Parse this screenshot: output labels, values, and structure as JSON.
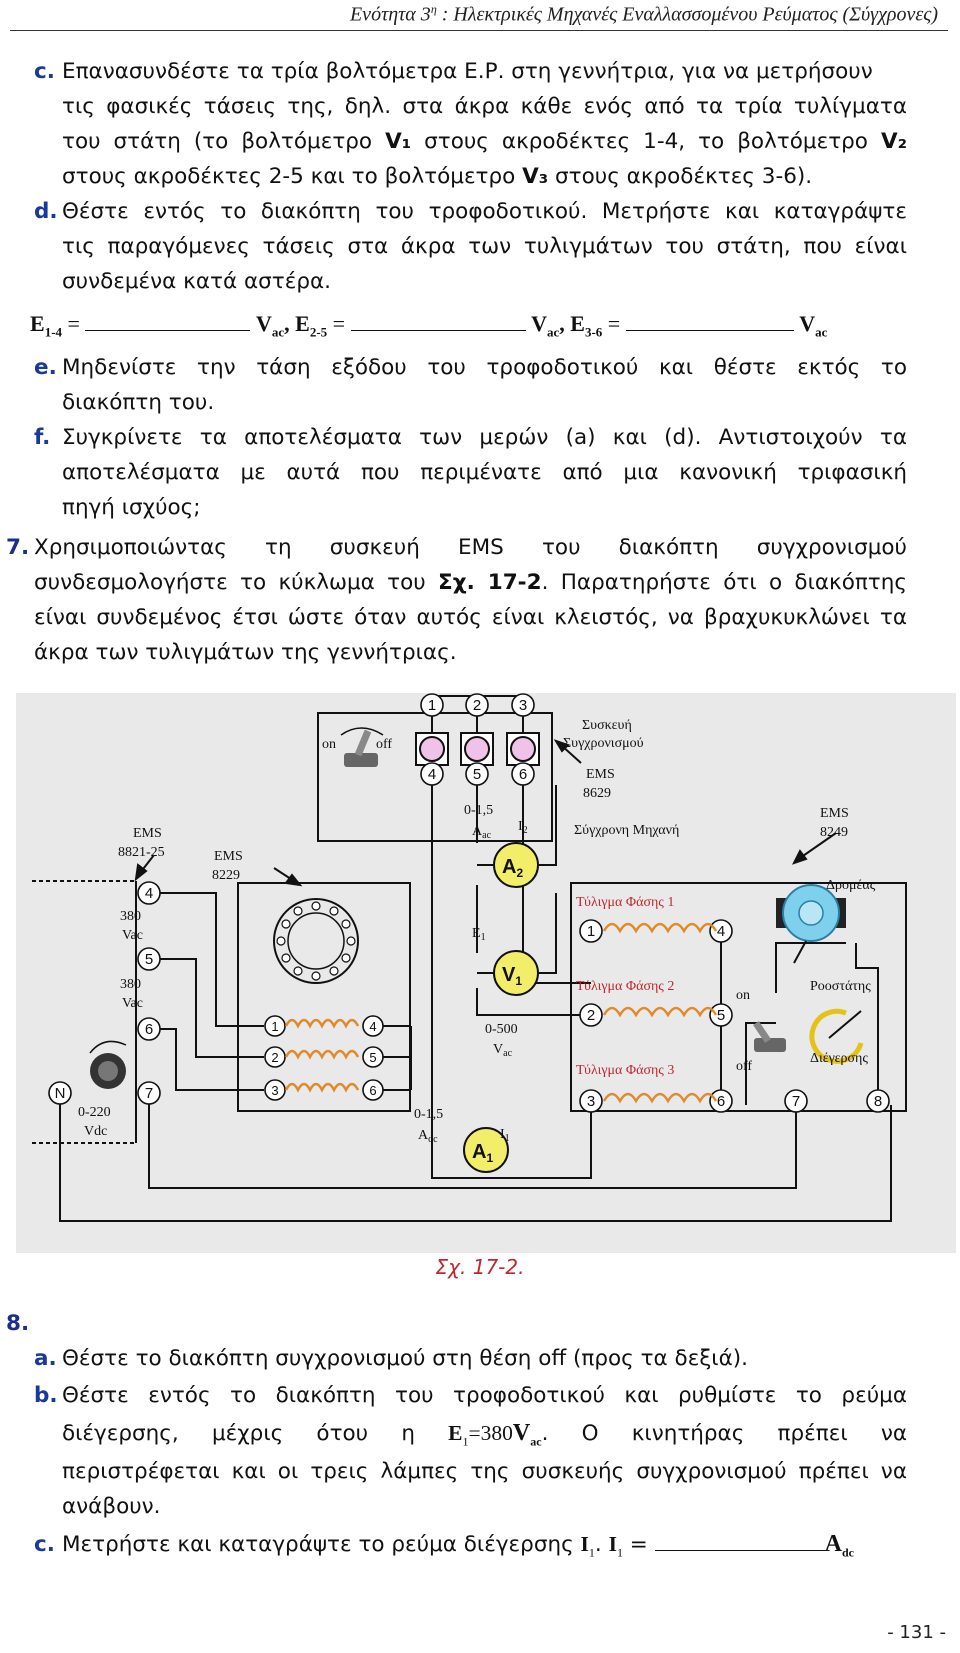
{
  "header": {
    "title_pre": "Ενότητα 3",
    "title_sup": "η",
    "title_post": " : Ηλεκτρικές Μηχανές Εναλλασσομένου Ρεύματος (Σύγχρονες)"
  },
  "items": {
    "c_marker": "c.",
    "c_l1": "Επανασυνδέστε τα τρία βολτόμετρα Ε.Ρ. στη γεννήτρια, για να μετρήσουν",
    "c_l2": "τις φασικές τάσεις της, δηλ. στα άκρα κάθε ενός από τα τρία τυλίγματα",
    "c_l3a": "του στάτη (το βολτόμετρο ",
    "c_l3b": "V₁",
    "c_l3c": " στους ακροδέκτες 1-4, το βολτόμετρο ",
    "c_l3d": "V₂",
    "c_l4a": "στους ακροδέκτες 2-5 και το βολτόμετρο ",
    "c_l4b": "V₃",
    "c_l4c": " στους ακροδέκτες 3-6).",
    "d_marker": "d.",
    "d_l1": "Θέστε εντός το διακόπτη του τροφοδοτικού. Μετρήστε και καταγράψτε",
    "d_l2": "τις παραγόμενες τάσεις στα άκρα των τυλιγμάτων του στάτη, που είναι",
    "d_l3": "συνδεμένα κατά αστέρα.",
    "eq1_label": "E",
    "eq1_sub": "1-4",
    "eq2_label": "E",
    "eq2_sub": "2-5",
    "eq3_label": "E",
    "eq3_sub": "3-6",
    "eq_equals": "=",
    "eq_unit": "V",
    "eq_unit_sub": "ac",
    "eq_comma": ",",
    "e_marker": "e.",
    "e_l1": "Μηδενίστε την τάση εξόδου του τροφοδοτικού και θέστε εκτός το",
    "e_l2": "διακόπτη του.",
    "f_marker": "f.",
    "f_l1": "Συγκρίνετε τα αποτελέσματα των μερών (a) και (d). Αντιστοιχούν τα",
    "f_l2": "αποτελέσματα με αυτά που περιμένατε από μια κανονική τριφασική",
    "f_l3": "πηγή ισχύος;",
    "s7_marker": "7.",
    "s7_l1": "Χρησιμοποιώντας τη συσκευή EMS του διακόπτη συγχρονισμού",
    "s7_l2a": "συνδεσμολογήστε το κύκλωμα του ",
    "s7_l2b": "Σχ. 17-2",
    "s7_l2c": ". Παρατηρήστε ότι ο διακόπτης",
    "s7_l3": "είναι συνδεμένος έτσι ώστε όταν αυτός είναι κλειστός, να βραχυκυκλώνει τα",
    "s7_l4": "άκρα των τυλιγμάτων της γεννήτριας.",
    "s8_marker": "8.",
    "a8_marker": "a.",
    "a8_l1": "Θέστε το διακόπτη συγχρονισμού στη θέση off (προς τα δεξιά).",
    "b8_marker": "b.",
    "b8_l1": "Θέστε εντός το διακόπτη του τροφοδοτικού και ρυθμίστε το ρεύμα",
    "b8_l2a": "διέγερσης, μέχρις ότου η ",
    "b8_l2_e": "E",
    "b8_l2_esub": "1",
    "b8_l2_val": "=380",
    "b8_l2_v": "V",
    "b8_l2_vsub": "ac",
    "b8_l2c": ". Ο κινητήρας πρέπει να",
    "b8_l3": "περιστρέφεται και οι τρεις λάμπες της συσκευής συγχρονισμού πρέπει να",
    "b8_l4": "ανάβουν.",
    "c8_marker": "c.",
    "c8_l1a": "Μετρήστε και καταγράψτε το ρεύμα διέγερσης ",
    "c8_i": "I",
    "c8_isub": "1",
    "c8_dot": ". ",
    "c8_i2": "I",
    "c8_i2sub": "1",
    "c8_eq": " =",
    "c8_unit": "A",
    "c8_unitsub": "dc"
  },
  "figure": {
    "caption": "Σχ. 17-2.",
    "sync_title_1": "Συσκευή",
    "sync_title_2": "Συγχρονισμού",
    "sync_ems": "EMS",
    "sync_code": "8629",
    "on": "on",
    "off": "off",
    "t1": "1",
    "t2": "2",
    "t3": "3",
    "t4": "4",
    "t5": "5",
    "t6": "6",
    "t7": "7",
    "t8": "8",
    "tN": "N",
    "psu_ems": "EMS",
    "psu_code": "8821-25",
    "psu_380a": "380",
    "psu_vac_a": "Vac",
    "psu_380b": "380",
    "psu_vac_b": "Vac",
    "psu_0220": "0-220",
    "psu_vdc": "Vdc",
    "load_ems": "EMS",
    "load_code": "8229",
    "a2_range": "0-1,5",
    "a2_unit": "A",
    "a2_unit_sub": "ac",
    "a2_i": "I",
    "a2_isub": "2",
    "a2_meter": "A",
    "a2_meter_sub": "2",
    "e1_label": "E",
    "e1_sub": "1",
    "v1_meter": "V",
    "v1_meter_sub": "1",
    "v1_range": "0-500",
    "v1_unit": "V",
    "v1_unit_sub": "ac",
    "a1_range": "0-1,5",
    "a1_unit": "A",
    "a1_unit_sub": "dc",
    "a1_i": "I",
    "a1_isub": "1",
    "a1_meter": "A",
    "a1_meter_sub": "1",
    "mach_title": "Σύγχρονη Μηχανή",
    "mach_ems": "EMS",
    "mach_code": "8249",
    "phase1": "Τύλιγμα Φάσης 1",
    "phase2": "Τύλιγμα Φάσης 2",
    "phase3": "Τύλιγμα Φάσης 3",
    "rotor": "Δρομέας",
    "rheostat": "Ροοστάτης",
    "excitation": "Διέγερσης"
  },
  "page_number": "- 131 -",
  "colors": {
    "marker": "#1a3a9a",
    "caption": "#c0272d",
    "meter_fill": "#f3ee6a",
    "lamp_fill": "#f0c2ea",
    "coil": "#e08a2c",
    "rotor": "#7fd0ec"
  }
}
